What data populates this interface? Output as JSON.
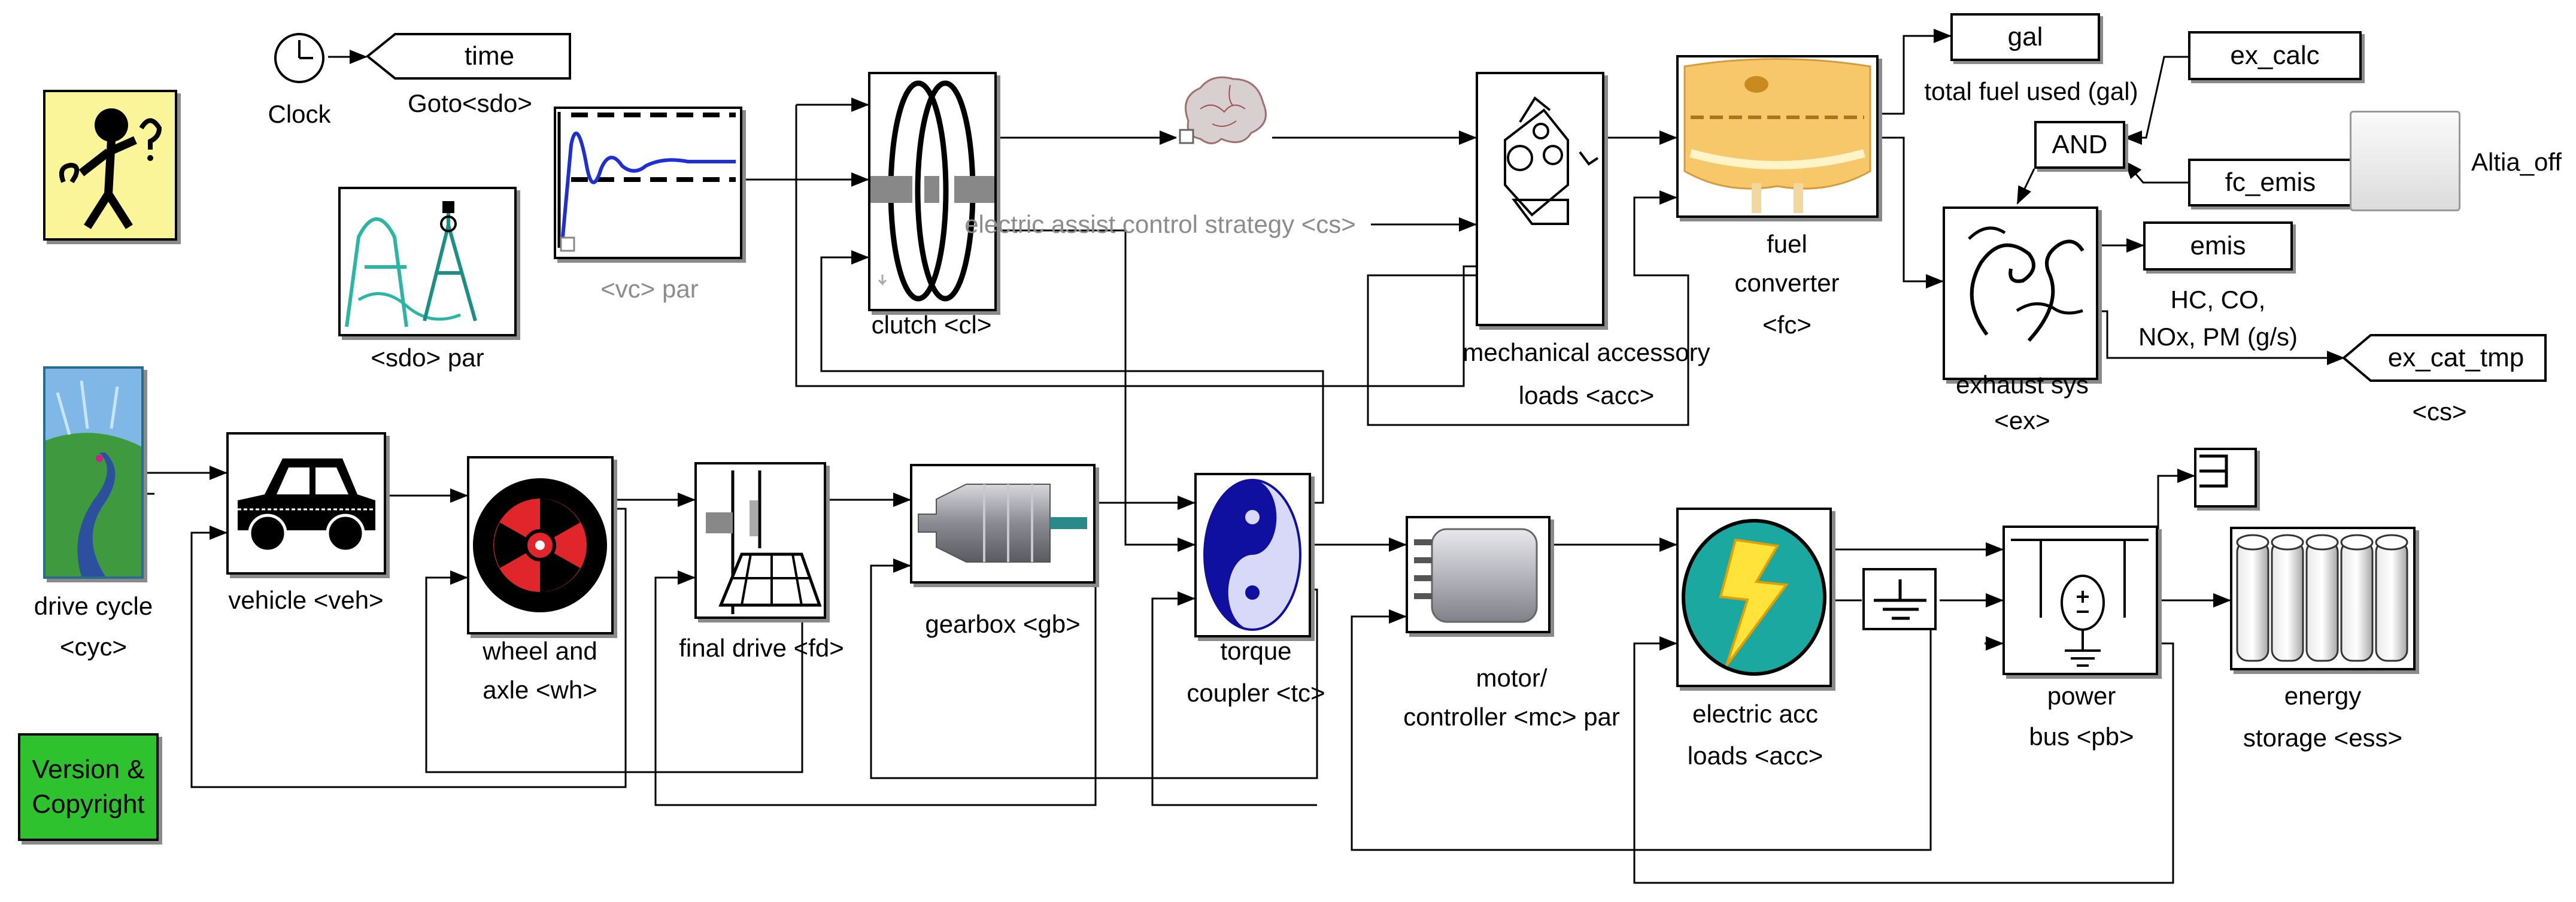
{
  "blocks": {
    "clock": "Clock",
    "goto_sdo": "Goto<sdo>",
    "time_tag": "time",
    "sdo_par": "<sdo> par",
    "vc_par": "<vc> par",
    "drive_cycle": [
      "drive cycle",
      "<cyc>"
    ],
    "vehicle": "vehicle <veh>",
    "wheel_axle": [
      "wheel and",
      "axle <wh>"
    ],
    "final_drive": "final drive <fd>",
    "gearbox": "gearbox <gb>",
    "torque_coupler": [
      "torque",
      "coupler <tc>"
    ],
    "motor": [
      "motor/",
      "controller <mc> par"
    ],
    "electric_acc": [
      "electric acc",
      "loads <acc>"
    ],
    "power_bus": [
      "power",
      "bus <pb>"
    ],
    "energy_storage": [
      "energy",
      "storage <ess>"
    ],
    "clutch": "clutch <cl>",
    "control_strategy": "electric assist control strategy <cs>",
    "mech_acc": [
      "mechanical accessory",
      "loads <acc>"
    ],
    "fuel_converter": [
      "fuel",
      "converter",
      "<fc>"
    ],
    "gal_tag": "gal",
    "total_fuel": "total fuel used (gal)",
    "ex_calc": "ex_calc",
    "and_block": "AND",
    "fc_emis": "fc_emis",
    "exhaust": [
      "exhaust sys",
      "<ex>"
    ],
    "emis": "emis",
    "emis_label": [
      "HC, CO,",
      "NOx, PM (g/s)"
    ],
    "ex_cat_tmp": "ex_cat_tmp",
    "cs_tag": "<cs>",
    "altia_off": "Altia_off",
    "version": [
      "Version &",
      "Copyright"
    ]
  },
  "colors": {
    "version_green": "#2ec32e",
    "help_yellow": "#fbf59a",
    "signal_blue": "#1f2fd6",
    "fuel_orange": "#f7c86a",
    "elec_teal": "#1aa8a0",
    "bolt_yellow": "#ffe23a"
  },
  "icons": [
    "clock-icon",
    "help-mascot-icon",
    "scope-icon",
    "sdo-drawing-icon",
    "road-icon",
    "car-icon",
    "wheel-icon",
    "final-drive-icon",
    "gearbox-icon",
    "torque-coupler-icon",
    "motor-icon",
    "lightning-icon",
    "ground-icon",
    "power-bus-icon",
    "battery-icon",
    "clutch-icon",
    "brain-icon",
    "accessory-engine-icon",
    "fuel-converter-icon",
    "exhaust-swirl-icon",
    "terminator-icon"
  ]
}
